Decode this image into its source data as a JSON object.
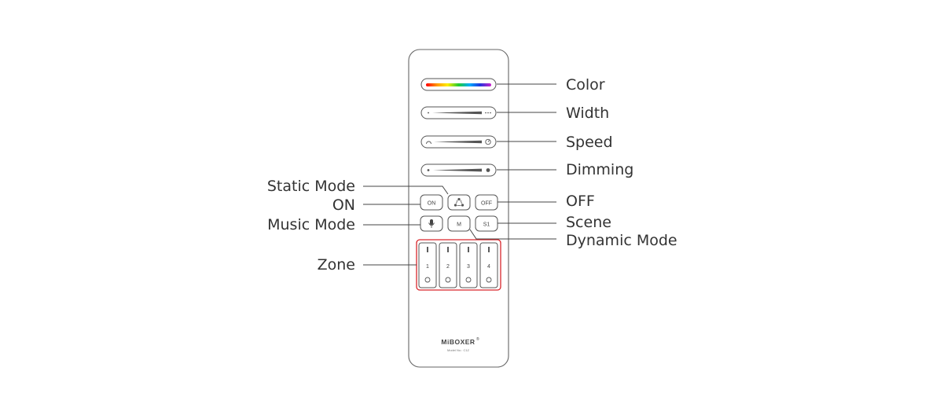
{
  "remote": {
    "brand": "MiBOXER",
    "registered": "®",
    "model": "Model No.: C1Z",
    "buttons": {
      "on": "ON",
      "off": "OFF",
      "music": "M",
      "scene": "S1"
    },
    "zones": [
      "1",
      "2",
      "3",
      "4"
    ]
  },
  "labels": {
    "color": "Color",
    "width": "Width",
    "speed": "Speed",
    "dimming": "Dimming",
    "static_mode": "Static Mode",
    "on": "ON",
    "off": "OFF",
    "music_mode": "Music Mode",
    "scene": "Scene",
    "dynamic_mode": "Dynamic Mode",
    "zone": "Zone"
  },
  "colors": {
    "outline": "#555555",
    "leader": "#444444",
    "zone_highlight": "#d9262c",
    "text": "#333333"
  },
  "icons": {
    "color_slider": "rainbow-slider-icon",
    "width_slider": "width-slider-icon",
    "speed_slider": "speed-slider-icon",
    "dimming_slider": "dimming-slider-icon",
    "static_mode": "static-mode-icon",
    "music_mode": "microphone-icon"
  }
}
